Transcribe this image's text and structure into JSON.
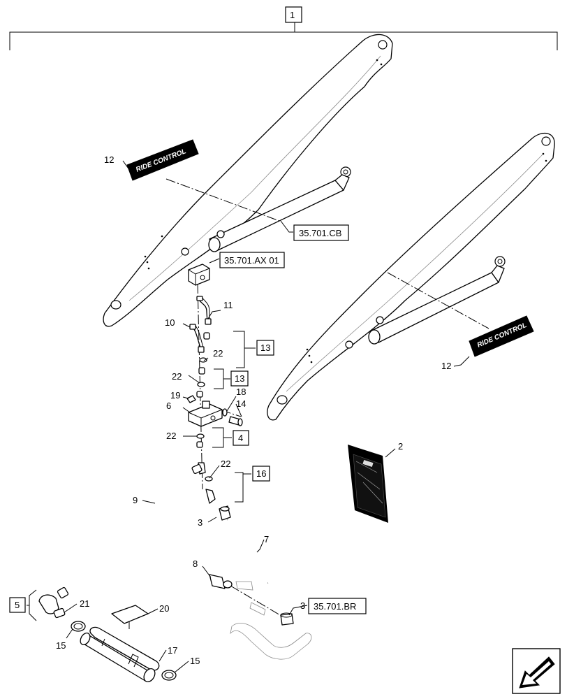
{
  "callouts": {
    "c1": "1",
    "c2": "2",
    "c3a": "3",
    "c3b": "3",
    "c4": "4",
    "c5": "5",
    "c6": "6",
    "c7": "7",
    "c8": "8",
    "c9": "9",
    "c10": "10",
    "c11": "11",
    "c12a": "12",
    "c12b": "12",
    "c13a": "13",
    "c13b": "13",
    "c14": "14",
    "c15a": "15",
    "c15b": "15",
    "c16": "16",
    "c17": "17",
    "c18": "18",
    "c19": "19",
    "c20": "20",
    "c21": "21",
    "c22a": "22",
    "c22b": "22",
    "c22c": "22",
    "c22d": "22"
  },
  "references": {
    "ref_cb": "35.701.CB",
    "ref_ax": "35.701.AX 01",
    "ref_br": "35.701.BR"
  },
  "decals": {
    "decal_left_text": "RIDE CONTROL",
    "decal_right_text": "RIDE CONTROL"
  },
  "icons": {
    "nav": "next-page-arrow-icon"
  }
}
